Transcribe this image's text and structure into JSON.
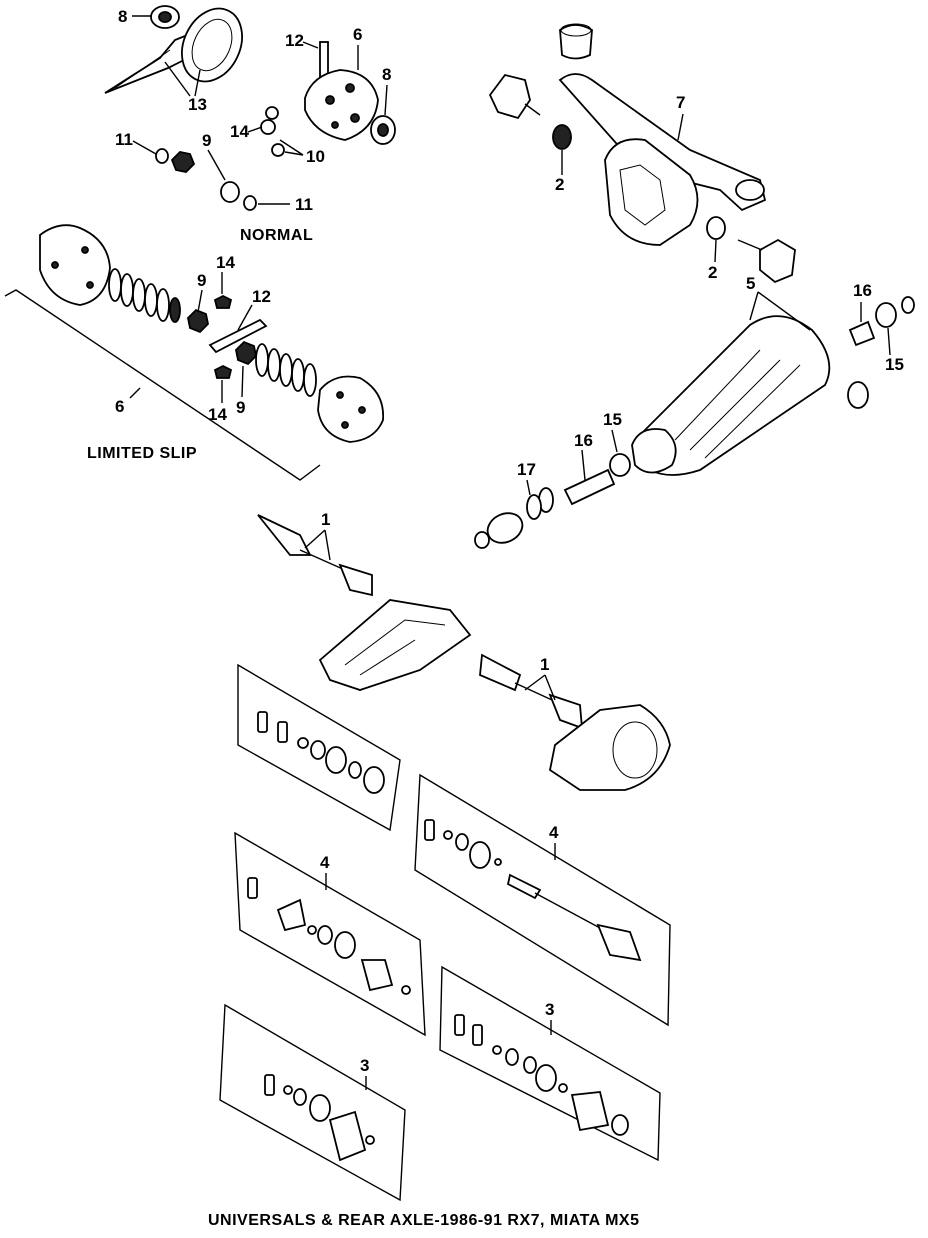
{
  "title": "UNIVERSALS & REAR AXLE-1986-91 RX7, MIATA MX5",
  "labels": {
    "normal": "NORMAL",
    "limited_slip": "LIMITED SLIP"
  },
  "callouts": {
    "c8a": "8",
    "c12a": "12",
    "c6a": "6",
    "c8b": "8",
    "c13": "13",
    "c11a": "11",
    "c9a": "9",
    "c14a": "14",
    "c10": "10",
    "c11b": "11",
    "c7": "7",
    "c2a": "2",
    "c2b": "2",
    "c5": "5",
    "c16a": "16",
    "c15a": "15",
    "c14b": "14",
    "c12b": "12",
    "c9b": "9",
    "c14c": "14",
    "c9c": "9",
    "c6b": "6",
    "c15b": "15",
    "c16b": "16",
    "c17": "17",
    "c1a": "1",
    "c1b": "1",
    "c4a": "4",
    "c4b": "4",
    "c3a": "3",
    "c3b": "3"
  }
}
